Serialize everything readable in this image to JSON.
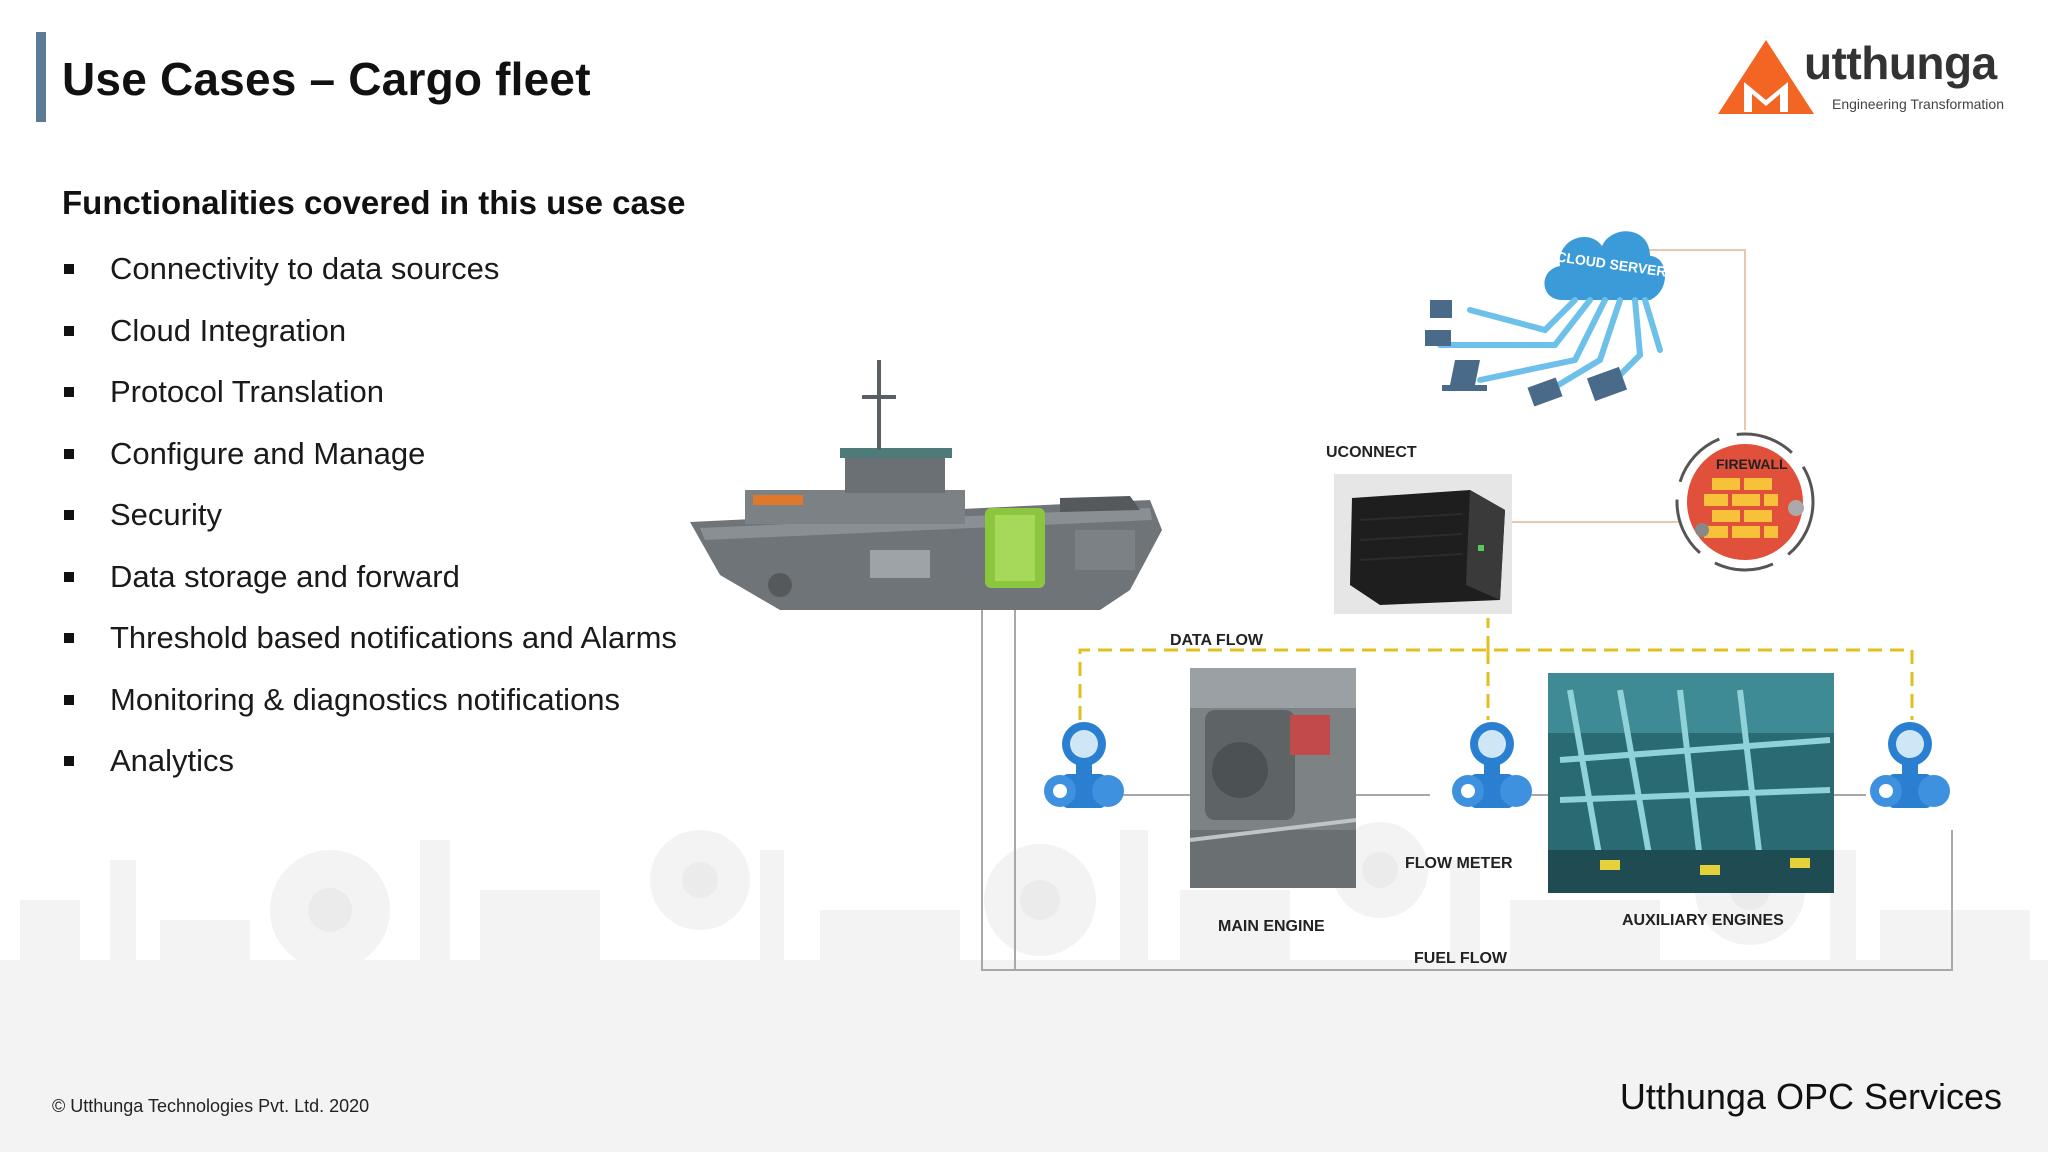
{
  "slide": {
    "title": "Use Cases – Cargo fleet",
    "subheading": "Functionalities covered in this use case",
    "features": [
      "Connectivity to data sources",
      "Cloud Integration",
      "Protocol Translation",
      "Configure and Manage",
      "Security",
      "Data storage and forward",
      "Threshold based notifications and Alarms",
      "Monitoring & diagnostics notifications",
      "Analytics"
    ]
  },
  "logo": {
    "name": "utthunga",
    "tagline": "Engineering Transformation",
    "accent_color": "#f26522"
  },
  "diagram": {
    "labels": {
      "cloud": "CLOUD SERVER",
      "firewall": "FIREWALL",
      "uconnect": "UCONNECT",
      "data_flow": "DATA FLOW",
      "flow_meter": "FLOW METER",
      "main_engine": "MAIN ENGINE",
      "auxiliary_engines": "AUXILIARY ENGINES",
      "fuel_flow": "FUEL FLOW"
    },
    "colors": {
      "data_flow_line": "#e0c020",
      "cloud": "#3b9bd8",
      "firewall": "#e0503a",
      "flow_meter": "#2a7fd0"
    }
  },
  "footer": {
    "copyright": "© Utthunga Technologies Pvt. Ltd. 2020",
    "brand": "Utthunga OPC Services"
  }
}
